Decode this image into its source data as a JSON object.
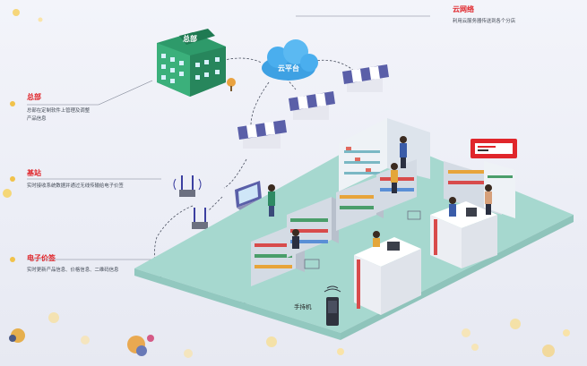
{
  "hq": {
    "sign": "总部",
    "title": "总部",
    "desc_lines": [
      "总部在定制软件上管理及调整",
      "产品信息"
    ]
  },
  "cloud": {
    "label": "云平台",
    "title": "云网络",
    "desc": "利用云服务器传送到各个分店"
  },
  "base_station": {
    "title": "基站",
    "desc": "实时接收系统数据并通过无线传输给电子价签"
  },
  "esl": {
    "title": "电子价签",
    "desc": "实时更新产品信息、价格信息、二维码信息"
  },
  "handheld": {
    "label": "手持机"
  },
  "colors": {
    "accent": "#e0262b",
    "floor": "#a6d8cf",
    "awning": "#5a5fa8",
    "connector": "#4a5060",
    "hq_building": "#2e9a6a"
  }
}
